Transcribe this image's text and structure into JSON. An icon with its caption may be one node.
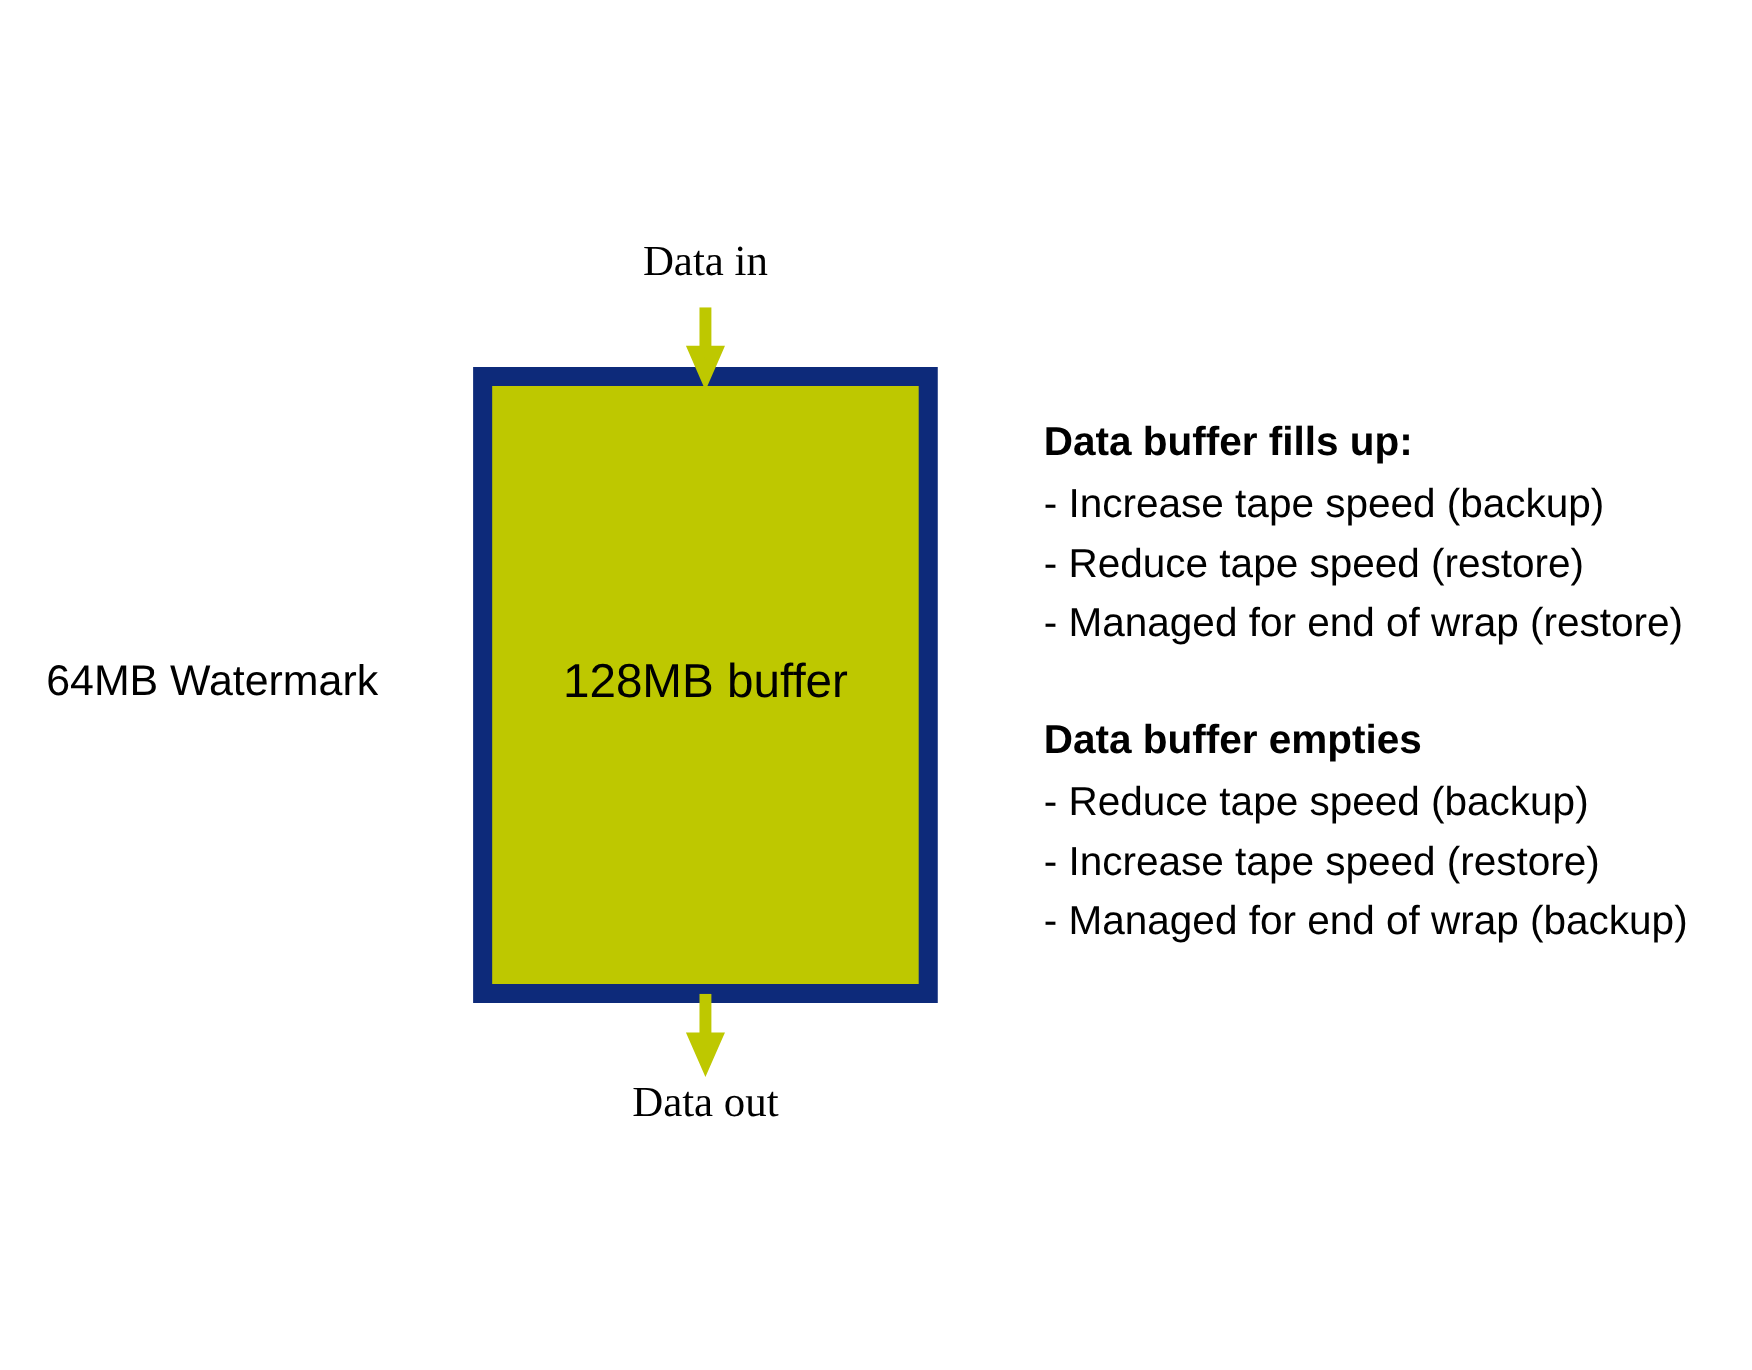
{
  "diagram": {
    "nodes": [
      {
        "text": [
          "Data in"
        ]
      },
      {
        "text": [
          "128MB buffer"
        ]
      },
      {
        "text": [
          "Data out"
        ]
      }
    ],
    "edges": [
      {
        "from": 0,
        "to": 1,
        "arrow": "to"
      },
      {
        "from": 1,
        "to": 2,
        "arrow": "to"
      }
    ],
    "labels": [
      "64MB Watermark",
      "Data buffer fills up:",
      "- Increase tape speed (backup)",
      "- Reduce tape speed (restore)",
      "- Managed for end of wrap (restore)",
      "Data buffer empties",
      "- Reduce tape speed (backup)",
      "- Increase tape speed (restore)",
      "- Managed for end of wrap (backup)"
    ]
  }
}
